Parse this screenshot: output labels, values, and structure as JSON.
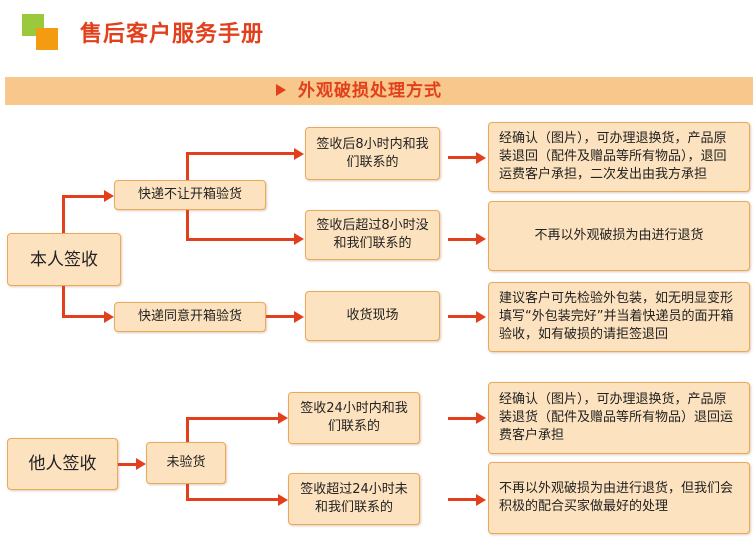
{
  "header": {
    "title": "售后客户服务手册"
  },
  "banner": {
    "text": "外观破损处理方式"
  },
  "section1": {
    "root": "本人签收",
    "branch_a": "快递不让开箱验货",
    "branch_b": "快递同意开箱验货",
    "cond_a1": "签收后8小时内和我们联系的",
    "cond_a2": "签收后超过8小时没和我们联系的",
    "cond_b1": "收货现场",
    "result_a1": "经确认（图片），可办理退换货，产品原装退回（配件及赠品等所有物品），退回运费客户承担，二次发出由我方承担",
    "result_a2": "不再以外观破损为由进行退货",
    "result_b1": "建议客户可先检验外包装，如无明显变形填写“外包装完好”并当着快递员的面开箱验收，如有破损的请拒签退回"
  },
  "section2": {
    "root": "他人签收",
    "branch": "未验货",
    "cond_1": "签收24小时内和我们联系的",
    "cond_2": "签收超过24小时未和我们联系的",
    "result_1": "经确认（图片），可办理退换货，产品原装退货（配件及赠品等所有物品）退回运费客户承担",
    "result_2": "不再以外观破损为由进行退货，但我们会积极的配合买家做最好的处理"
  },
  "colors": {
    "accent": "#e2401c",
    "box_fill": "#fde2bf",
    "banner": "#f8c78b"
  }
}
